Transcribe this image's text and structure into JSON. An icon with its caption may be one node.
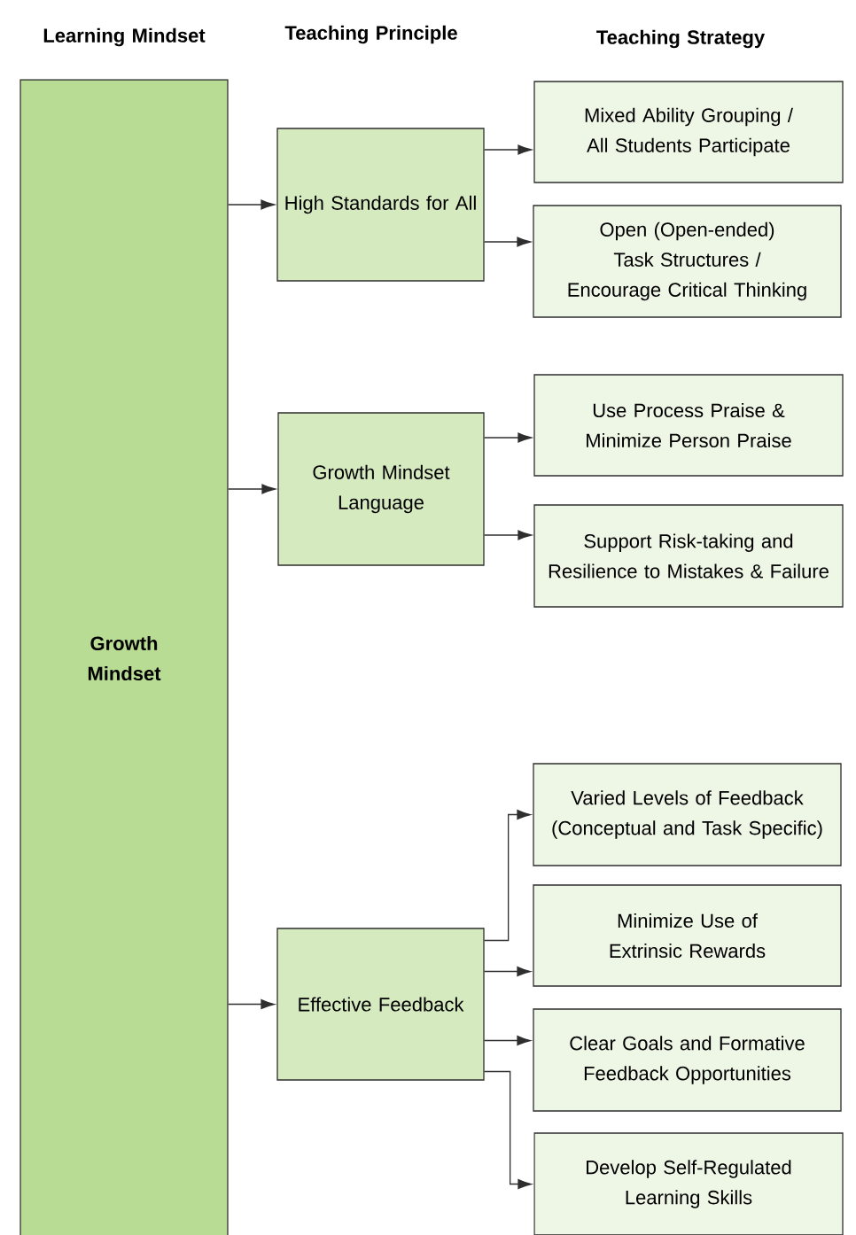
{
  "diagram": {
    "nodes": [
      {
        "text": [
          "Growth Mindset"
        ]
      },
      {
        "text": [
          "High Standards for All"
        ]
      },
      {
        "text": [
          "Mixed Ability Grouping / All Students Participate"
        ]
      },
      {
        "text": [
          "Open (Open-ended) Task Structures / Encourage Critical Thinking"
        ]
      },
      {
        "text": [
          "Growth Mindset Language"
        ]
      },
      {
        "text": [
          "Use Process Praise & Minimize Person Praise"
        ]
      },
      {
        "text": [
          "Support Risk-taking and Resilience to Mistakes & Failure"
        ]
      },
      {
        "text": [
          "Effective Feedback"
        ]
      },
      {
        "text": [
          "Varied Levels of Feedback (Conceptual and Task Specific)"
        ]
      },
      {
        "text": [
          "Minimize Use of Extrinsic Rewards"
        ]
      },
      {
        "text": [
          "Clear Goals and Formative Feedback Opportunities"
        ]
      },
      {
        "text": [
          "Develop Self-Regulated Learning Skills"
        ]
      }
    ],
    "edges": [
      {
        "from": 0,
        "to": 1,
        "arrow": "to"
      },
      {
        "from": 0,
        "to": 4,
        "arrow": "to"
      },
      {
        "from": 0,
        "to": 7,
        "arrow": "to"
      },
      {
        "from": 1,
        "to": 2,
        "arrow": "to"
      },
      {
        "from": 1,
        "to": 3,
        "arrow": "to"
      },
      {
        "from": 4,
        "to": 5,
        "arrow": "to"
      },
      {
        "from": 4,
        "to": 6,
        "arrow": "to"
      },
      {
        "from": 7,
        "to": 8,
        "arrow": "to"
      },
      {
        "from": 7,
        "to": 9,
        "arrow": "to"
      },
      {
        "from": 7,
        "to": 10,
        "arrow": "to"
      },
      {
        "from": 7,
        "to": 11,
        "arrow": "to"
      }
    ],
    "labels": [
      "Learning Mindset",
      "Teaching Principle",
      "Teaching Strategy"
    ]
  }
}
